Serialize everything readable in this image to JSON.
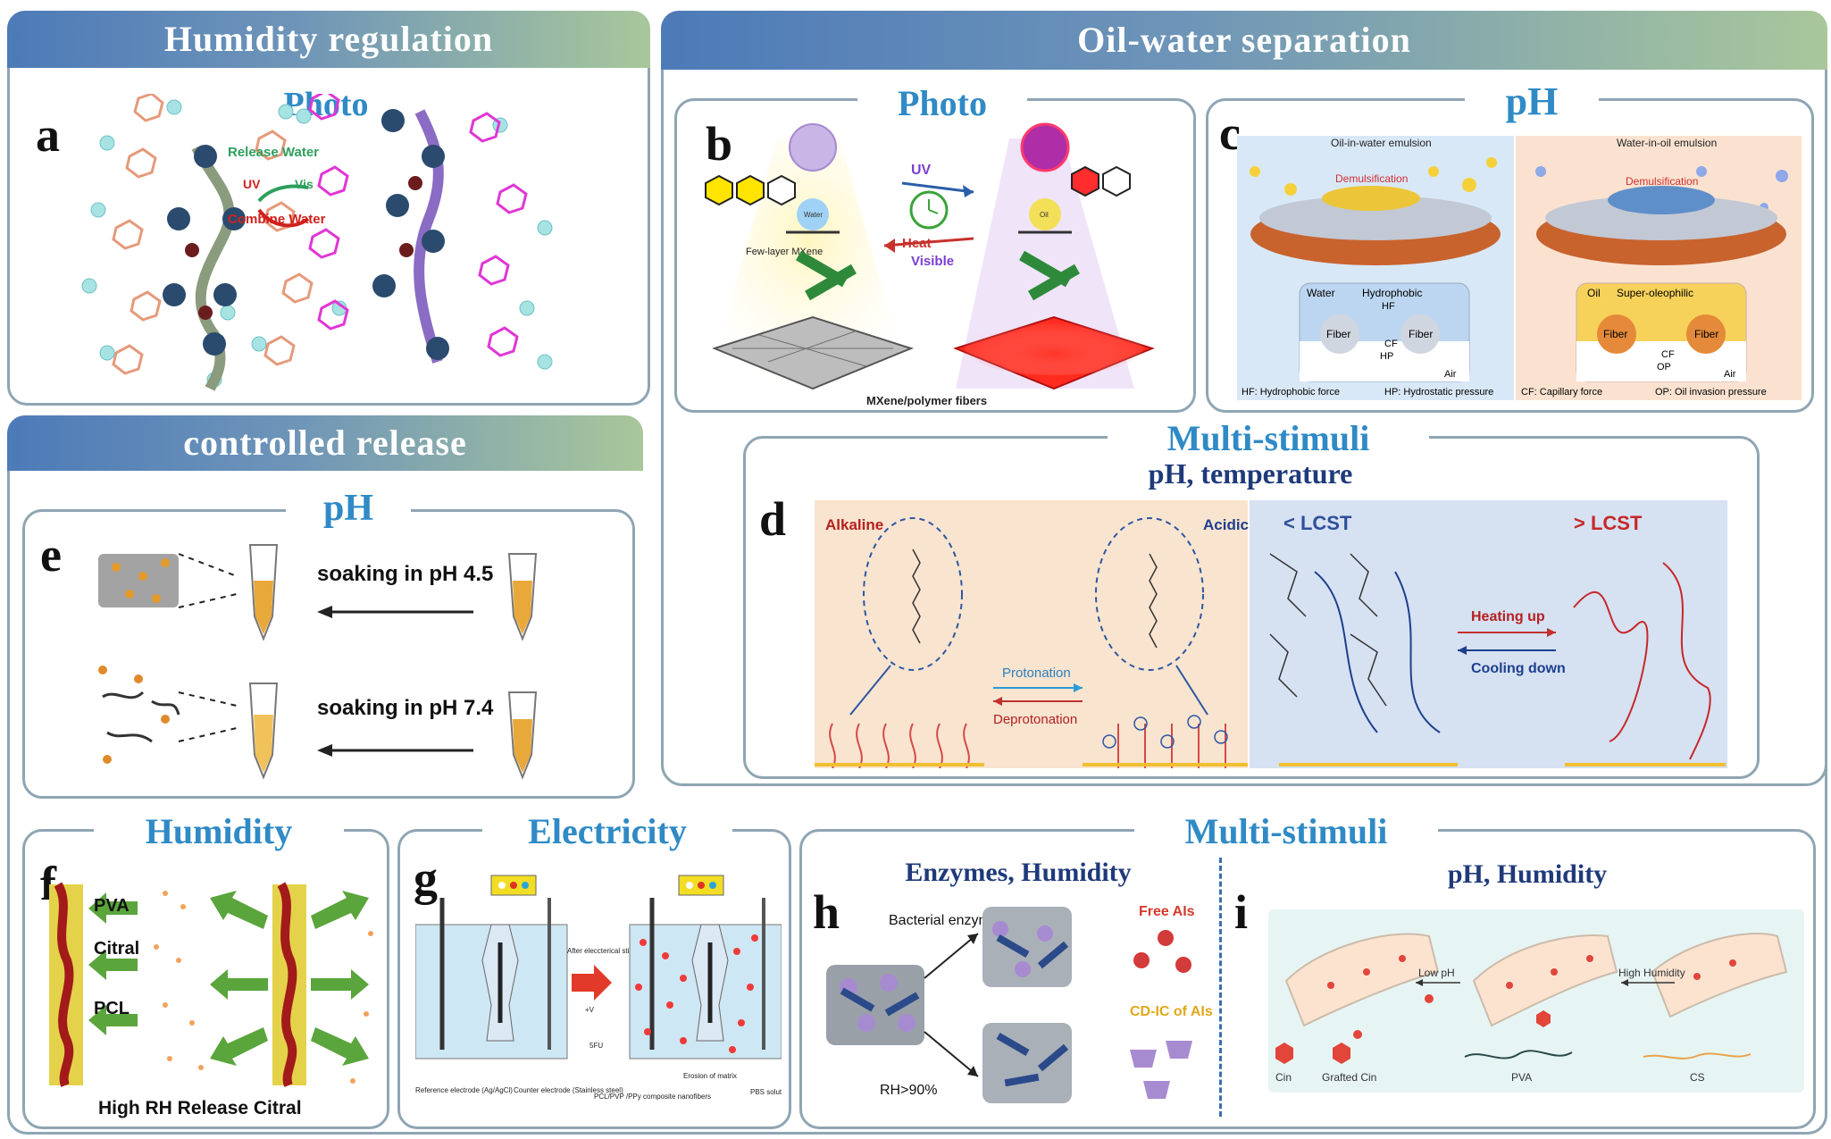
{
  "sections": {
    "humidity_regulation": "Humidity regulation",
    "oil_water": "Oil-water separation",
    "controlled_release": "controlled release"
  },
  "panels": {
    "a": {
      "letter": "a",
      "title": "Photo",
      "release": "Release Water",
      "combine": "Combine Water",
      "uv": "UV",
      "vis": "Vis"
    },
    "b": {
      "letter": "b",
      "title": "Photo",
      "uv": "UV",
      "heat": "Heat",
      "visible": "Visible",
      "fewlayer": "Few-layer MXene",
      "fibers": "MXene/polymer fibers",
      "water": "Water",
      "oil": "Oil"
    },
    "c": {
      "letter": "c",
      "title": "pH",
      "oil_in_water": "Oil-in-water emulsion",
      "water_in_oil": "Water-in-oil emulsion",
      "demulsification": "Demulsification",
      "water": "Water",
      "hydrophobic": "Hydrophobic",
      "hf": "HF",
      "cf": "CF",
      "hp": "HP",
      "fiber": "Fiber",
      "air": "Air",
      "oil": "Oil",
      "superoleophilic": "Super-oleophilic",
      "op": "OP",
      "legend_hf": "HF: Hydrophobic force",
      "legend_hp": "HP: Hydrostatic pressure",
      "legend_cf": "CF: Capillary force",
      "legend_op": "OP: Oil invasion pressure"
    },
    "d": {
      "letter": "d",
      "title": "Multi-stimuli",
      "subtitle": "pH, temperature",
      "alkaline": "Alkaline",
      "acidic": "Acidic",
      "protonation": "Protonation",
      "deprotonation": "Deprotonation",
      "lcst_low": "< LCST",
      "lcst_high": "> LCST",
      "heating": "Heating up",
      "cooling": "Cooling down"
    },
    "e": {
      "letter": "e",
      "title": "pH",
      "soak1": "soaking in pH 4.5",
      "soak2": "soaking in pH 7.4"
    },
    "f": {
      "letter": "f",
      "title": "Humidity",
      "pva": "PVA",
      "citral": "Citral",
      "pcl": "PCL",
      "caption": "High RH Release Citral"
    },
    "g": {
      "letter": "g",
      "title": "Electricity",
      "stim": "After eleccterical stimulation",
      "ref": "Reference electrode (Ag/AgCl)",
      "counter": "Counter electrode (Stainless steel)",
      "composite": "PCL/PVP /PPy composite nanofibers",
      "erosion": "Erosion of matrix",
      "pbs": "PBS solution",
      "sfu": "5FU",
      "plusv": "+V"
    },
    "multi": {
      "title": "Multi-stimuli"
    },
    "h": {
      "letter": "h",
      "subtitle": "Enzymes, Humidity",
      "bacterial": "Bacterial enzymes",
      "free": "Free AIs",
      "cdic": "CD-IC of AIs",
      "rh": "RH>90%"
    },
    "i": {
      "letter": "i",
      "subtitle": "pH, Humidity",
      "lowph": "Low pH",
      "highhum": "High Humidity",
      "cin": "Cin",
      "grafted": "Grafted Cin",
      "pva": "PVA",
      "cs": "CS"
    }
  },
  "colors": {
    "title_blue": "#2f8ac6",
    "navy": "#1f3a7a",
    "frame": "#8fa5b3"
  }
}
